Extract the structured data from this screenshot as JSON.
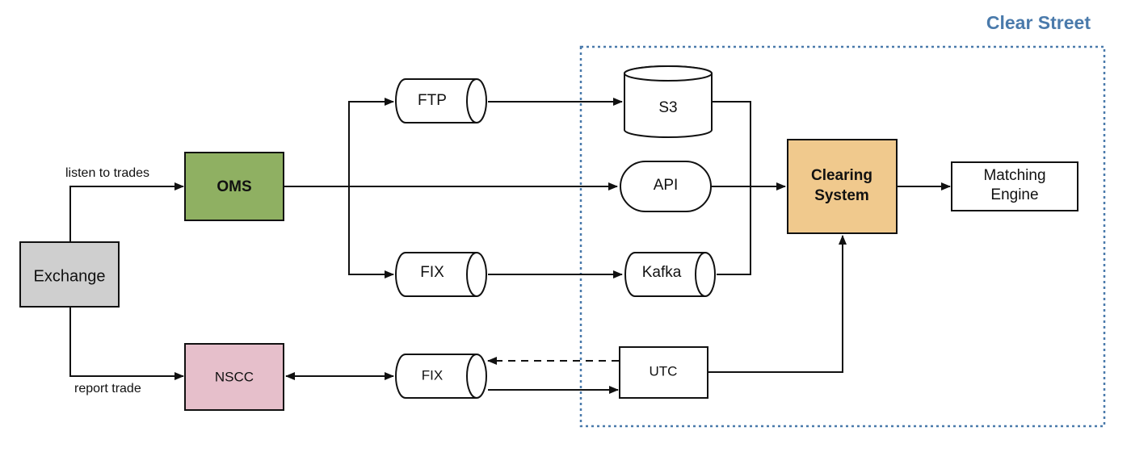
{
  "group": {
    "label": "Clear Street",
    "color": "#4a7aab"
  },
  "nodes": {
    "exchange": {
      "label": "Exchange",
      "fill": "#cfcfcf"
    },
    "oms": {
      "label": "OMS",
      "fill": "#8fb062"
    },
    "nscc": {
      "label": "NSCC",
      "fill": "#e6bfcb"
    },
    "ftp": {
      "label": "FTP"
    },
    "fix_top": {
      "label": "FIX"
    },
    "fix_bottom": {
      "label": "FIX"
    },
    "s3": {
      "label": "S3"
    },
    "api": {
      "label": "API"
    },
    "kafka": {
      "label": "Kafka"
    },
    "utc": {
      "label": "UTC"
    },
    "clearing": {
      "line1": "Clearing",
      "line2": "System",
      "fill": "#f0c98d"
    },
    "matching": {
      "line1": "Matching",
      "line2": "Engine"
    }
  },
  "edge_labels": {
    "listen": "listen to trades",
    "report": "report trade"
  }
}
